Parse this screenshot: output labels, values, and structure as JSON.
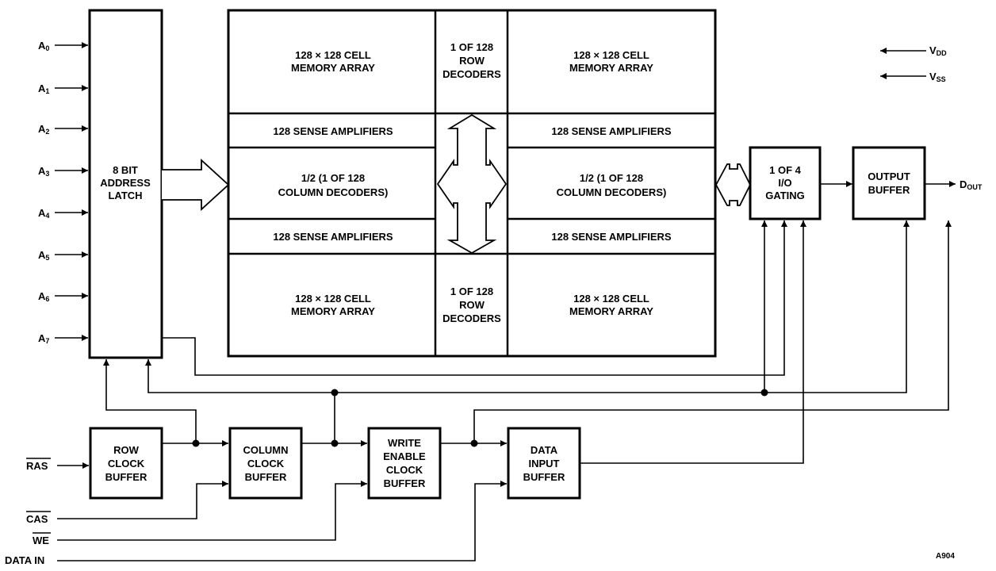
{
  "title": "Dynamic RAM Block Diagram",
  "address_inputs": [
    {
      "base": "A",
      "sub": "0"
    },
    {
      "base": "A",
      "sub": "1"
    },
    {
      "base": "A",
      "sub": "2"
    },
    {
      "base": "A",
      "sub": "3"
    },
    {
      "base": "A",
      "sub": "4"
    },
    {
      "base": "A",
      "sub": "5"
    },
    {
      "base": "A",
      "sub": "6"
    },
    {
      "base": "A",
      "sub": "7"
    }
  ],
  "address_latch": {
    "lines": [
      "8 BIT",
      "ADDRESS",
      "LATCH"
    ]
  },
  "memory": {
    "array_top_left": [
      "128 × 128 CELL",
      "MEMORY ARRAY"
    ],
    "array_top_right": [
      "128 × 128 CELL",
      "MEMORY ARRAY"
    ],
    "array_bottom_left": [
      "128 × 128 CELL",
      "MEMORY ARRAY"
    ],
    "array_bottom_right": [
      "128 × 128 CELL",
      "MEMORY ARRAY"
    ],
    "row_decoders_top": [
      "1 OF 128",
      "ROW",
      "DECODERS"
    ],
    "row_decoders_bottom": [
      "1 OF 128",
      "ROW",
      "DECODERS"
    ],
    "sense_amp": "128 SENSE AMPLIFIERS",
    "column_decoders": [
      "1/2 (1 OF 128",
      "COLUMN DECODERS)"
    ]
  },
  "io_gating": {
    "lines": [
      "1 OF 4",
      "I/O",
      "GATING"
    ]
  },
  "output_buffer": {
    "lines": [
      "OUTPUT",
      "BUFFER"
    ]
  },
  "dout": {
    "base": "D",
    "sub": "OUT"
  },
  "power": {
    "vdd": {
      "base": "V",
      "sub": "DD"
    },
    "vss": {
      "base": "V",
      "sub": "SS"
    }
  },
  "row_clock_buffer": {
    "lines": [
      "ROW",
      "CLOCK",
      "BUFFER"
    ]
  },
  "column_clock_buffer": {
    "lines": [
      "COLUMN",
      "CLOCK",
      "BUFFER"
    ]
  },
  "write_enable_clock_buffer": {
    "lines": [
      "WRITE",
      "ENABLE",
      "CLOCK",
      "BUFFER"
    ]
  },
  "data_input_buffer": {
    "lines": [
      "DATA",
      "INPUT",
      "BUFFER"
    ]
  },
  "control_inputs": {
    "ras": "RAS",
    "cas": "CAS",
    "we": "WE",
    "data_in": "DATA IN"
  },
  "figure_id": "A904"
}
